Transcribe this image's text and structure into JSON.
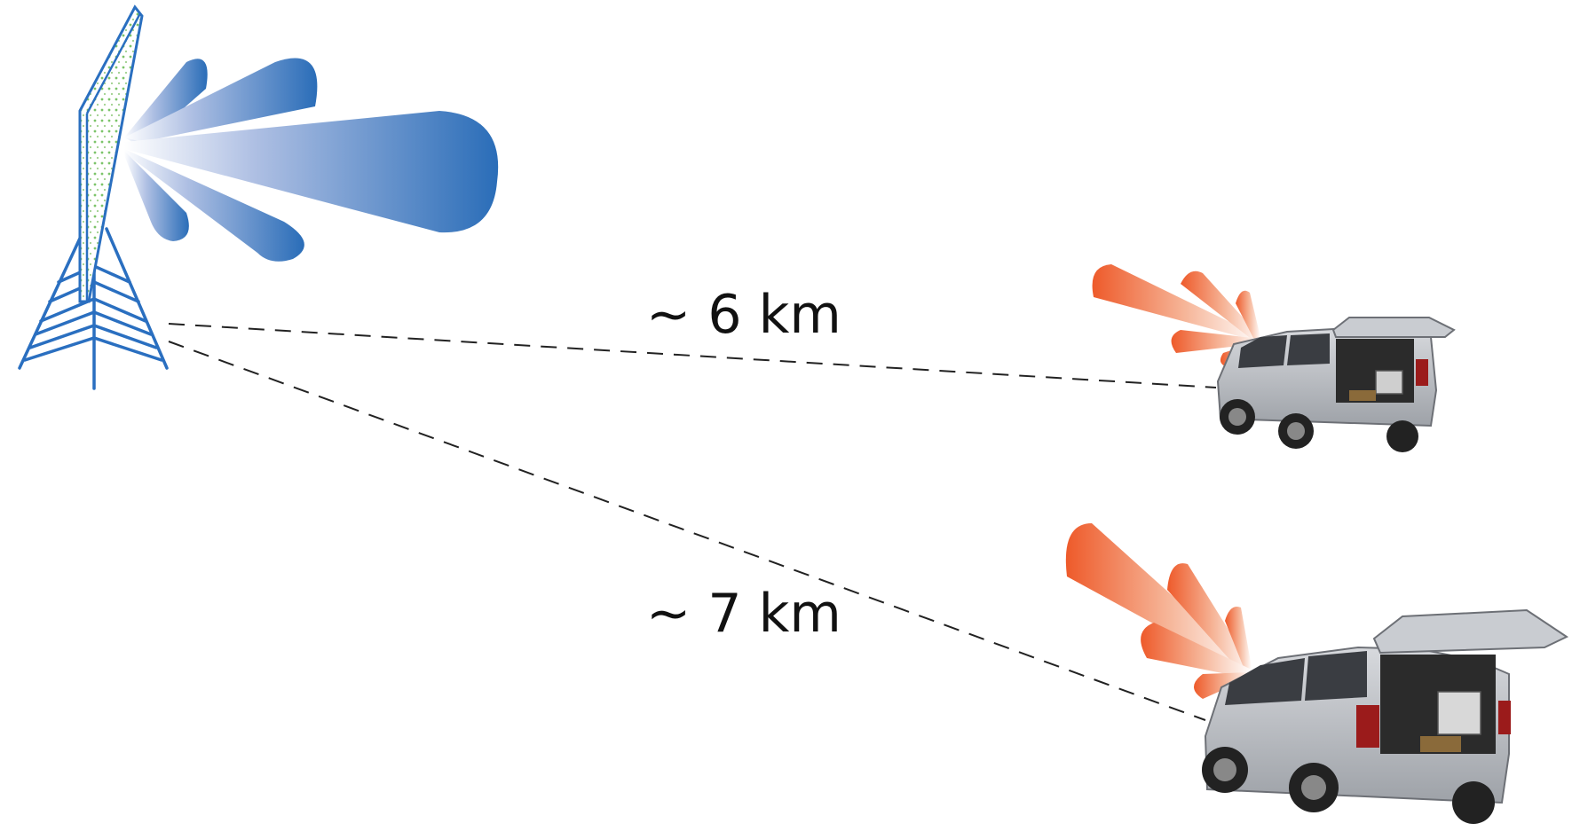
{
  "links": [
    {
      "id": "link-near",
      "label": "~ 6 km"
    },
    {
      "id": "link-far",
      "label": "~ 7 km"
    }
  ],
  "nodes": {
    "base_station": {
      "icon": "lattice-tower-with-phased-array-panel",
      "beam_icon": "directional-beam-lobes"
    },
    "vehicles": [
      {
        "icon": "silver-suv-open-tailgate",
        "beam_icon": "directional-beam-lobes"
      },
      {
        "icon": "silver-suv-open-tailgate",
        "beam_icon": "directional-beam-lobes"
      }
    ]
  },
  "colors": {
    "tower": "#2a6fc0",
    "base_beam": "#2a6db8",
    "vehicle_beam": "#ee5a2a",
    "panel_dots": "#7cc46a",
    "car_body": "#b9bcc2",
    "dashed_line": "#222222"
  }
}
